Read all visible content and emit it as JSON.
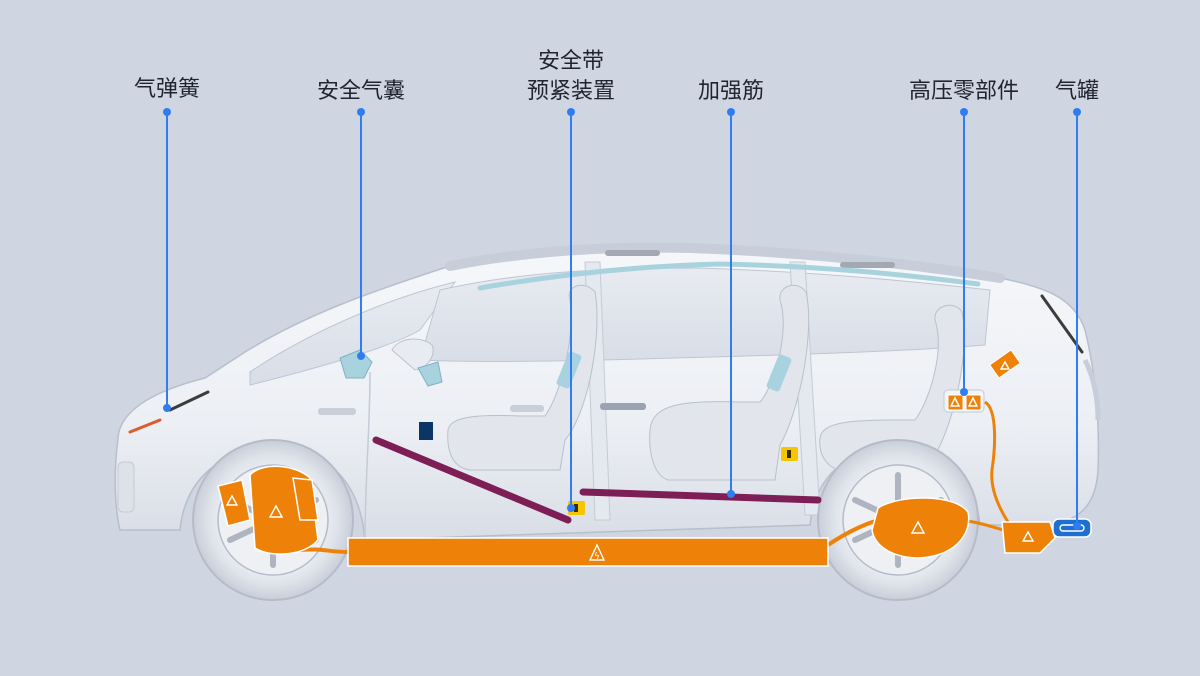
{
  "callouts": [
    {
      "key": "gas_spring",
      "lines": [
        "气弹簧"
      ]
    },
    {
      "key": "airbag",
      "lines": [
        "安全气囊"
      ]
    },
    {
      "key": "seatbelt_pretensioner",
      "lines": [
        "安全带",
        "预紧装置"
      ]
    },
    {
      "key": "reinforcement",
      "lines": [
        "加强筋"
      ]
    },
    {
      "key": "hv_components",
      "lines": [
        "高压零部件"
      ]
    },
    {
      "key": "gas_tank",
      "lines": [
        "气罐"
      ]
    }
  ],
  "colors": {
    "background": "#cfd6e2",
    "leader_line": "#2f7df0",
    "high_voltage": "#ee8208",
    "airbag": "#a8d3de",
    "reinforcement": "#7d1e56",
    "gas_spring": "#4a4a4a",
    "gas_tank": "#1e6fd0",
    "pretensioner": "#f3c600"
  },
  "icons": {
    "hv": "high-voltage-warning-icon",
    "pretensioner": "seatbelt-pretensioner-icon"
  }
}
